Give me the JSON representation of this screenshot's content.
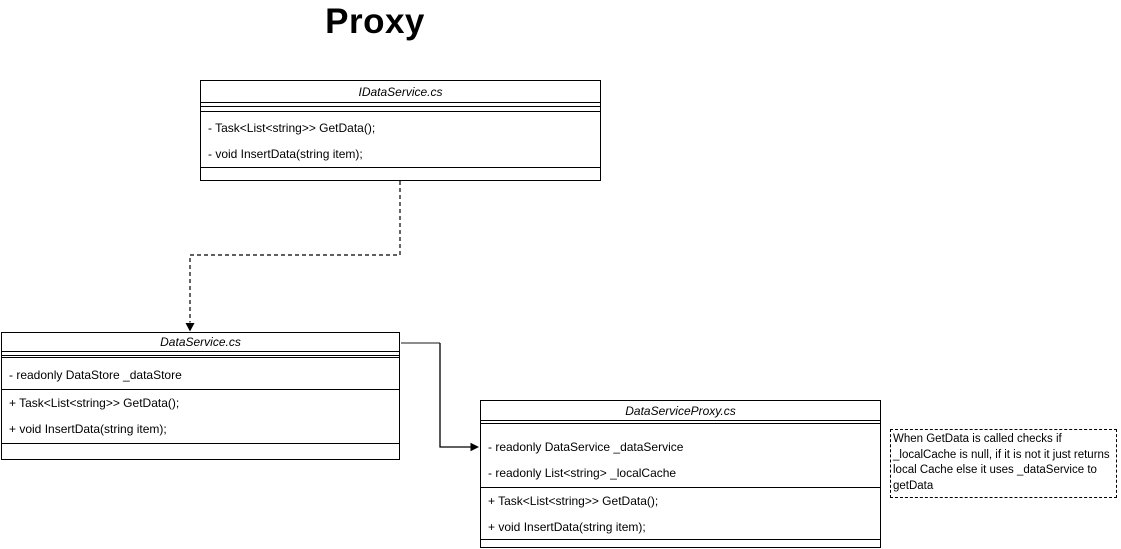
{
  "diagram_title": "Proxy",
  "classes": {
    "idataservice": {
      "title": "IDataService.cs",
      "methods": [
        "- Task<List<string>> GetData();",
        "- void InsertData(string item);"
      ]
    },
    "dataservice": {
      "title": "DataService.cs",
      "fields": [
        "- readonly DataStore _dataStore"
      ],
      "methods": [
        "+ Task<List<string>> GetData();",
        "+ void InsertData(string item);"
      ]
    },
    "dataserviceproxy": {
      "title": "DataServiceProxy.cs",
      "fields": [
        "- readonly DataService _dataService",
        "- readonly List<string> _localCache"
      ],
      "methods": [
        "+ Task<List<string>> GetData();",
        "+ void InsertData(string item);"
      ]
    }
  },
  "note": {
    "lines": [
      "When GetData is called checks if",
      "_localCache is null, if it is not it just returns",
      "local Cache else it uses _dataService to",
      "getData"
    ]
  }
}
